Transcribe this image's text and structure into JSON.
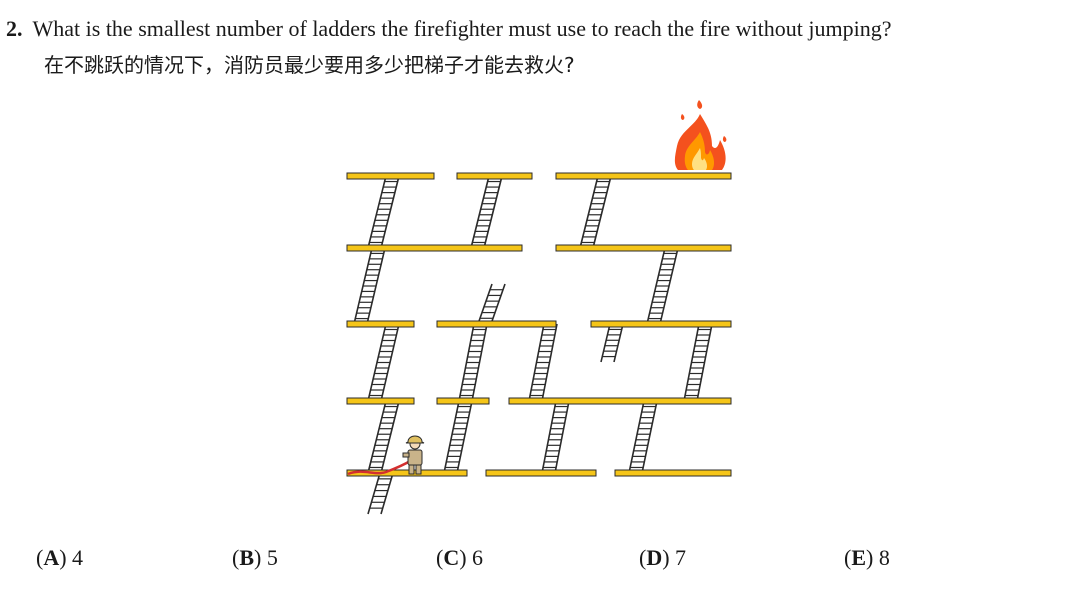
{
  "question": {
    "number": "2.",
    "text_en": "What is the smallest number of ladders the firefighter must use to reach the fire without jumping?",
    "text_zh": "在不跳跃的情况下，消防员最少要用多少把梯子才能去救火?"
  },
  "figure": {
    "colors": {
      "platform_fill": "#F5C518",
      "platform_stroke": "#2b2b2b",
      "ladder": "#2b2b2b",
      "flame_outer": "#F4511E",
      "flame_mid": "#FF9800",
      "flame_inner": "#FFE082",
      "firefighter_coat": "#C9B38A",
      "hose": "#D32F2F"
    },
    "icons": [
      "fire-icon",
      "firefighter-icon"
    ]
  },
  "options": [
    {
      "letter": "A",
      "value": "4"
    },
    {
      "letter": "B",
      "value": "5"
    },
    {
      "letter": "C",
      "value": "6"
    },
    {
      "letter": "D",
      "value": "7"
    },
    {
      "letter": "E",
      "value": "8"
    }
  ]
}
